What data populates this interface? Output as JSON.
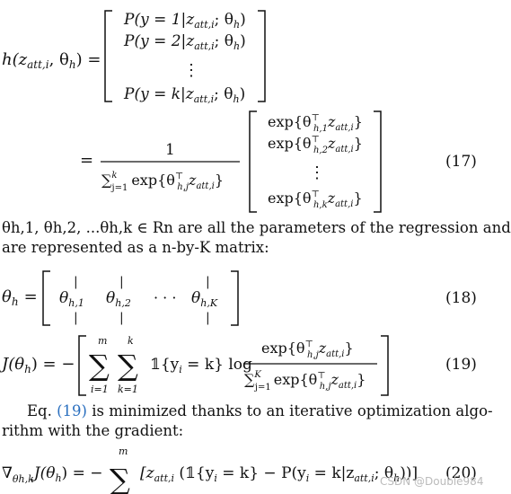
{
  "equations": {
    "eq17": {
      "lhs": "h(z",
      "lhs_sub": "att,i",
      "lhs_rest": ", θ",
      "lhs_rest_sub": "h",
      "lhs_close": ") =",
      "vector_rows": [
        "P(y = 1|z",
        "P(y = 2|z",
        "P(y = k|z"
      ],
      "row_cond_sub": "att,i",
      "row_cond_rest": "; θ",
      "row_cond_rest_sub": "h",
      "row_close": ")",
      "numerator": "1",
      "denominator_prefix": "∑",
      "denominator_sup": "k",
      "denominator_sub": "j=1",
      "denominator_body": "exp{θ",
      "denominator_body_sup": "⊤",
      "denominator_body_sub": "h,j",
      "denominator_body_z": "z",
      "denominator_body_z_sub": "att,i",
      "denominator_body_close": "}",
      "exp_rows_subs": [
        "h,1",
        "h,2",
        "h,k"
      ],
      "exp_prefix": "exp{θ",
      "exp_sup": "⊤",
      "exp_z": "z",
      "exp_z_sub": "att,i",
      "exp_close": "}",
      "vdots": "⋮",
      "equals": "=",
      "number": "(17)"
    },
    "eq18": {
      "lhs": "θ",
      "lhs_sub": "h",
      "equals": "=",
      "cols": [
        "θ",
        "θ",
        "θ"
      ],
      "cols_subs": [
        "h,1",
        "h,2",
        "h,K"
      ],
      "dots": "· · ·",
      "bar": "|",
      "number": "(18)"
    },
    "eq19": {
      "lhs": "J(θ",
      "lhs_sub": "h",
      "lhs_close": ") = −",
      "sum1_sup": "m",
      "sum1_sub": "i=1",
      "sum2_sup": "k",
      "sum2_sub": "k=1",
      "indicator": "𝟙{y",
      "indicator_sub": "i",
      "indicator_close": " = k} log",
      "frac_num": "exp{θ",
      "frac_num_sup": "⊤",
      "frac_num_sub": "h,j",
      "frac_num_z": "z",
      "frac_num_z_sub": "att,i",
      "frac_num_close": "}",
      "frac_den_prefix": "∑",
      "frac_den_sup": "K",
      "frac_den_sub": "j=1",
      "frac_den_body": "exp{θ",
      "frac_den_body_sup": "⊤",
      "frac_den_body_sub": "h,j",
      "frac_den_z": "z",
      "frac_den_z_sub": "att,i",
      "frac_den_close": "}",
      "number": "(19)"
    },
    "eq20": {
      "lhs": "∇",
      "lhs_sub": "θh,k",
      "lhs_rest": "J(θ",
      "lhs_rest_sub": "h",
      "lhs_close": ") = −",
      "sum_sup": "m",
      "body": "[z",
      "body_sub": "att,i",
      "body_rest": " (𝟙{y",
      "body_rest_sub": "i",
      "body_rest2": " = k} − P(y",
      "body_rest2_sub": "i",
      "body_rest3": " = k|z",
      "body_rest3_sub": "att,i",
      "body_rest4": "; θ",
      "body_rest4_sub": "h",
      "body_close": "))]",
      "number": "(20)"
    }
  },
  "paragraphs": {
    "p1_line1": "θh,1, θh,2, ...θh,k ∈ Rn are all the parameters of the regression and",
    "p1_line2": "are represented as a n-by-K matrix:",
    "p2_line1_prefix": "Eq. ",
    "p2_line1_ref": "(19)",
    "p2_line1_suffix": " is minimized thanks to an iterative optimization algo-",
    "p2_line2": "rithm with the gradient:"
  },
  "watermark": "CSDN @Double984"
}
